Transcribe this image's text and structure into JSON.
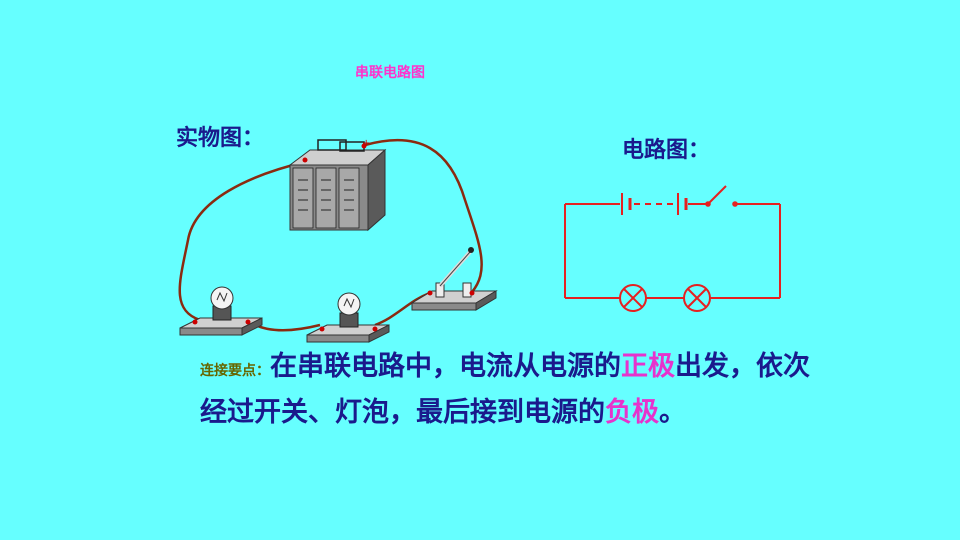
{
  "slide": {
    "title": "串联电路图",
    "physical_label": "实物图：",
    "diagram_label": "电路图：",
    "battery_marker": "+",
    "key_points_prefix": "连接要点：",
    "sentence": {
      "part1": "在串联电路中，电流从电源的",
      "positive": "正极",
      "part2": "出发，依次经过开关、灯泡，最后接到电源的",
      "negative": "负极",
      "part3": "。"
    }
  },
  "colors": {
    "background": "#66FFFF",
    "title": "#FF33CC",
    "text": "#1A1A8C",
    "highlight": "#E633CC",
    "circuit_line": "#E62020",
    "wire": "#8B2A10"
  },
  "icons": [
    "battery-icon",
    "bulb-icon",
    "knife-switch-icon",
    "lamp-symbol-icon",
    "cell-symbol-icon",
    "switch-symbol-icon"
  ]
}
